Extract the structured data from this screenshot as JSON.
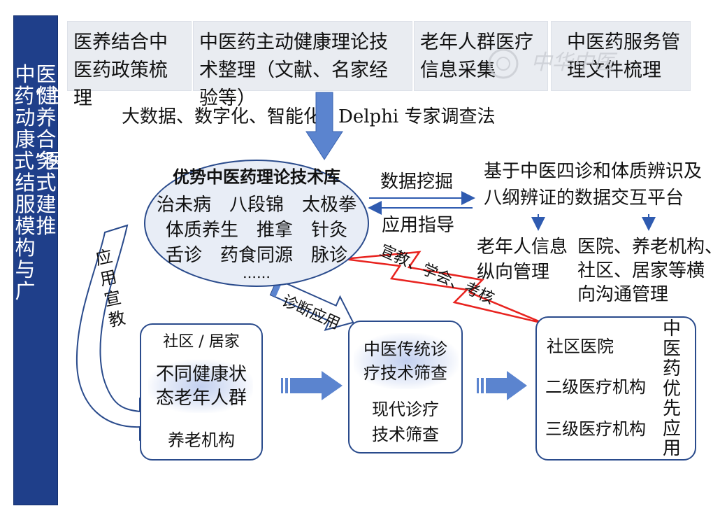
{
  "side_title": {
    "col1": "中药“主动康式”医结服模构与广",
    "col2": "医健养合务式建推"
  },
  "top_boxes": [
    "医养结合中医药政策梳理",
    "中医药主动健康理论技术整理（文献、名家经验等）",
    "老年人群医疗信息采集",
    "中医药服务管理文件梳理"
  ],
  "watermark": "中华中医",
  "methods": {
    "left": "大数据、数字化、智能化",
    "right": "Delphi 专家调查法"
  },
  "ellipse": {
    "title": "优势中医药理论技术库",
    "row1": "治未病　八段锦　太极拳",
    "row2": "体质养生　推拿　针灸",
    "row3": "舌诊　药食同源　脉诊",
    "more": "……"
  },
  "arrows_mid": {
    "mining": "数据挖掘",
    "guidance": "应用指导"
  },
  "platform": {
    "line1": "基于中医四诊和体质辨识及",
    "line2": "八纲辨证的数据交互平台"
  },
  "elderly_mgmt": {
    "line1": "老年人信息",
    "line2": "纵向管理"
  },
  "institutions": {
    "line1": "医院、养老机构、",
    "line2": "社区、居家等横",
    "line3": "向沟通管理"
  },
  "curved_arrow_label": "应用宣教",
  "diagnosis_arrow_label": "诊断应用",
  "lightning_label": "宣教、学会、考核",
  "box_community": {
    "title": "社区 / 居家",
    "line1": "不同健康状",
    "line2": "态老年人群",
    "footer": "养老机构"
  },
  "box_screening": {
    "line1": "中医传统诊",
    "line2": "疗技术筛查",
    "line3": "现代诊疗",
    "line4": "技术筛查"
  },
  "box_hospitals": {
    "item1": "社区医院",
    "item2": "二级医疗机构",
    "item3": "三级医疗机构",
    "vertical": "中医药优先应用"
  },
  "colors": {
    "navy": "#1f3f8a",
    "arrow_blue": "#5b84cf",
    "red": "#e8231f",
    "ellipse_fill": "#e8edf6"
  }
}
